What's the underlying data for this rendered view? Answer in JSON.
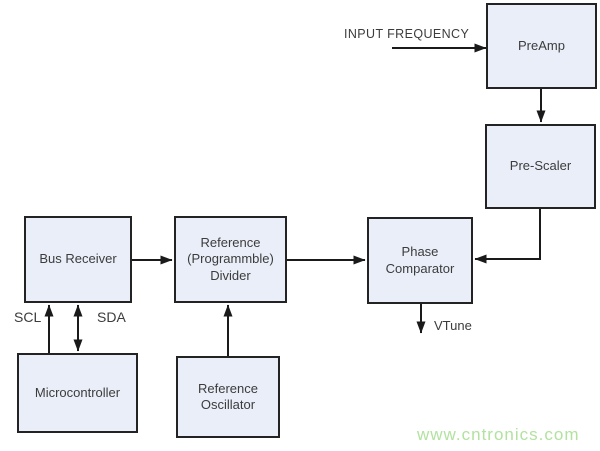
{
  "diagram": {
    "nodes": {
      "preamp": {
        "lines": [
          "PreAmp"
        ]
      },
      "prescaler": {
        "lines": [
          "Pre-Scaler"
        ]
      },
      "bus_receiver": {
        "lines": [
          "Bus Receiver"
        ]
      },
      "reference_divider": {
        "lines": [
          "Reference",
          "(Programmble)",
          "Divider"
        ]
      },
      "phase_comparator": {
        "lines": [
          "Phase",
          "Comparator"
        ]
      },
      "microcontroller": {
        "lines": [
          "Microcontroller"
        ]
      },
      "reference_oscillator": {
        "lines": [
          "Reference",
          "Oscillator"
        ]
      }
    },
    "labels": {
      "input_frequency": "INPUT FREQUENCY",
      "scl": "SCL",
      "sda": "SDA",
      "vtune": "VTune"
    },
    "edges": [
      {
        "from": "INPUT FREQUENCY",
        "to": "PreAmp"
      },
      {
        "from": "PreAmp",
        "to": "Pre-Scaler"
      },
      {
        "from": "Pre-Scaler",
        "to": "Phase Comparator"
      },
      {
        "from": "Bus Receiver",
        "to": "Reference (Programmble) Divider"
      },
      {
        "from": "Reference (Programmble) Divider",
        "to": "Phase Comparator"
      },
      {
        "from": "Phase Comparator",
        "to": "VTune"
      },
      {
        "from": "Microcontroller",
        "to": "Bus Receiver",
        "label": "SCL"
      },
      {
        "from": "Bus Receiver",
        "to": "Microcontroller",
        "label": "SDA",
        "bidirectional": true
      },
      {
        "from": "Reference Oscillator",
        "to": "Reference (Programmble) Divider"
      }
    ],
    "watermark": "www.cntronics.com",
    "colors": {
      "box_fill": "#e9eef8",
      "box_border": "#232323",
      "line_color": "#1a1a1a",
      "text_color": "#3c3c3c",
      "watermark_color": "#b2e2a0"
    }
  }
}
